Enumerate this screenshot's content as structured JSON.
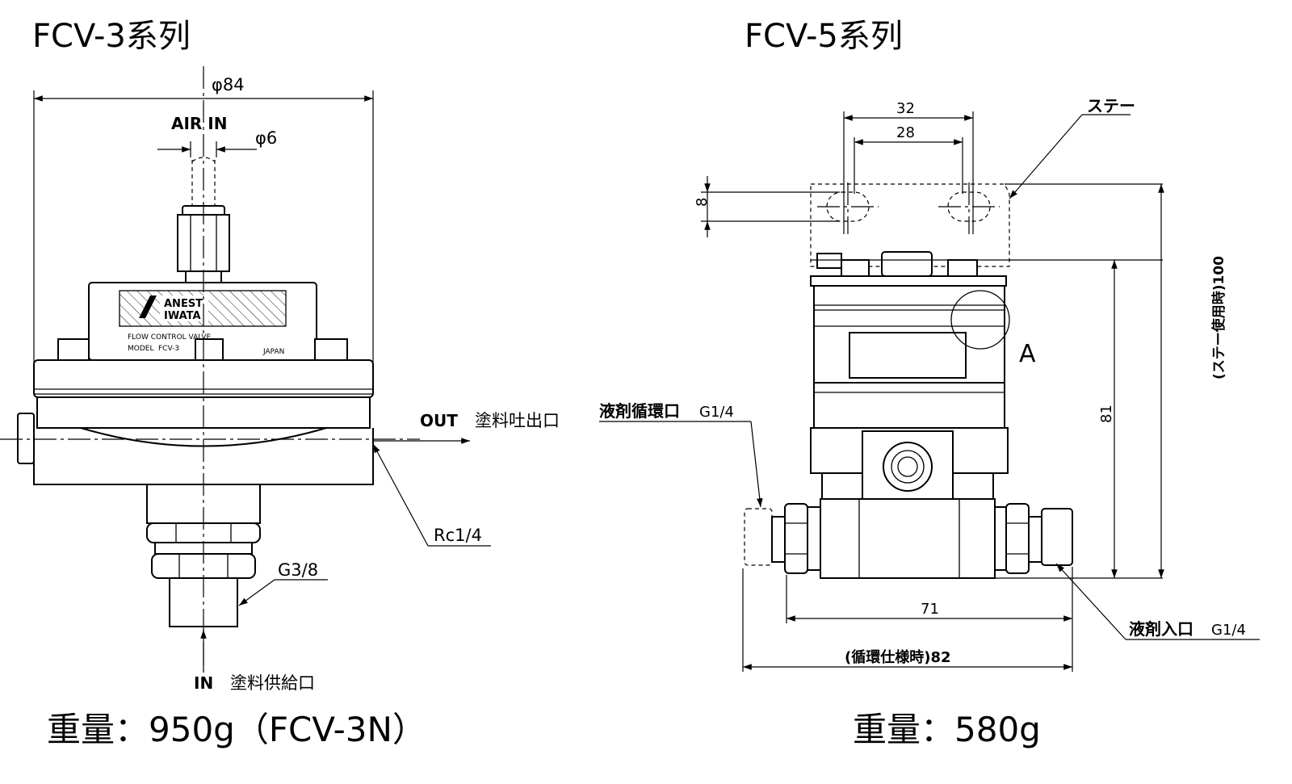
{
  "left": {
    "title": "FCV-3系列",
    "weight": "重量：950g（FCV-3N）",
    "labels": {
      "dia_outer": "φ84",
      "dia_inlet": "φ6",
      "air_in": "AIR IN",
      "out_label": "OUT",
      "out_desc": "塗料吐出口",
      "rc": "Rc1/4",
      "g38": "G3/8",
      "in_label": "IN",
      "in_desc": "塗料供給口"
    },
    "nameplate": {
      "brand_line1": "ANEST",
      "brand_line2": "IWATA",
      "line1": "FLOW CONTROL VALVE",
      "model_label": "MODEL",
      "model_value": "FCV-3",
      "origin": "JAPAN"
    }
  },
  "right": {
    "title": "FCV-5系列",
    "weight": "重量：580g",
    "labels": {
      "dim_32": "32",
      "dim_28": "28",
      "dim_8": "8",
      "stay": "ステー",
      "detail_a": "A",
      "dim_81": "81",
      "dim_100": "(ステー使用時)100",
      "circ_port_name": "液剤循環口",
      "circ_port_thread": "G1/4",
      "inlet_port_name": "液剤入口",
      "inlet_port_thread": "G1/4",
      "dim_71": "71",
      "dim_82": "(循環仕様時)82"
    }
  }
}
